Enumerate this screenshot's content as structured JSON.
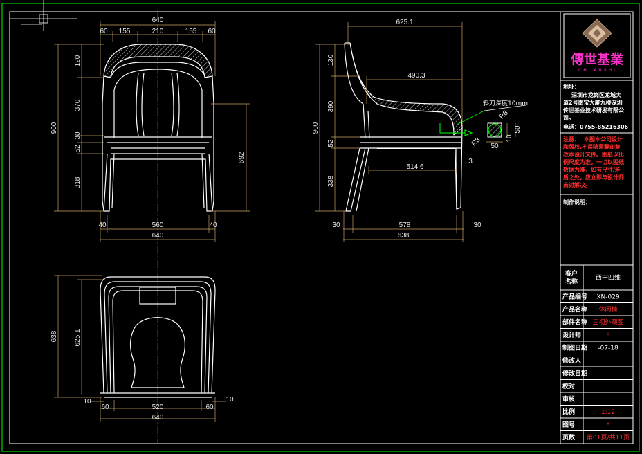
{
  "dimensions": {
    "front": {
      "top": [
        "60",
        "155",
        "210",
        "155",
        "60"
      ],
      "top_total": "640",
      "left": [
        "120",
        "370",
        "30",
        "52",
        "318"
      ],
      "left_total": "900",
      "right": "692",
      "bottom": [
        "40",
        "560",
        "40"
      ],
      "bottom_total": "640"
    },
    "side": {
      "top_total": "625.1",
      "inner": "490.3",
      "left": [
        "130",
        "390",
        "52",
        "338"
      ],
      "left_total": "900",
      "seat_depth": "514.6",
      "small": "3",
      "bottom": [
        "30",
        "578",
        "30"
      ],
      "bottom_total": "638",
      "detail_r1": "R8",
      "detail_r2": "R8",
      "detail_w": "50",
      "detail_h1": "10",
      "detail_h2": "50"
    },
    "top_view": {
      "left_total": "638",
      "inner": "625.1",
      "bottom_small_left": "10",
      "bottom_small_right": "10",
      "bottom": [
        "60",
        "520",
        "60"
      ],
      "bottom_total": "640"
    }
  },
  "annotation": "斜刀深度10mm",
  "brand": {
    "name": "傳世基業",
    "sub": "CHUANSHI",
    "color": "#ff33cc"
  },
  "address": {
    "label": "地址：",
    "lines": [
      "深圳市龙岗区龙城大",
      "道2号南宝大厦九楼深圳",
      "传世基业技术研发有限公",
      "司。"
    ],
    "phone": "电话：0755-85216306"
  },
  "notice": {
    "label": "注意：",
    "lines": [
      "本图本公司设计",
      "和版权,不得随意翻印复",
      "改本设计文件。图纸以比",
      "例尺度为准，一切以图纸",
      "数据为准，如有尺寸/矛",
      "盾之处，应立即与设计师",
      "商讨解决。"
    ]
  },
  "production_notes": {
    "label": "制作说明："
  },
  "title_block": {
    "rows": [
      {
        "label": "客户名称",
        "value": "西宁四维",
        "red": false
      },
      {
        "label": "产品编号",
        "value": "XN-029",
        "red": false
      },
      {
        "label": "产品名称",
        "value": "休闲椅",
        "red": true
      },
      {
        "label": "部件名称",
        "value": "三视外观图",
        "red": true
      },
      {
        "label": "设计师",
        "value": "*",
        "red": true
      },
      {
        "label": "制图日期",
        "value": "-07-18",
        "red": false
      },
      {
        "label": "修改人",
        "value": "",
        "red": false
      },
      {
        "label": "修改日期",
        "value": "",
        "red": false
      },
      {
        "label": "校对",
        "value": "",
        "red": false
      },
      {
        "label": "审核",
        "value": "",
        "red": false
      },
      {
        "label": "比例",
        "value": "1:12",
        "red": true
      },
      {
        "label": "图号",
        "value": "*",
        "red": true
      },
      {
        "label": "页数",
        "value": "第01页/共11页",
        "red": true
      }
    ]
  },
  "colors": {
    "frame": "#00ff00",
    "dimension": "#c8a060",
    "outline": "#ffffff",
    "centerline": "#ff2020",
    "hatch": "#ffffff",
    "detail": "#00ff00"
  }
}
